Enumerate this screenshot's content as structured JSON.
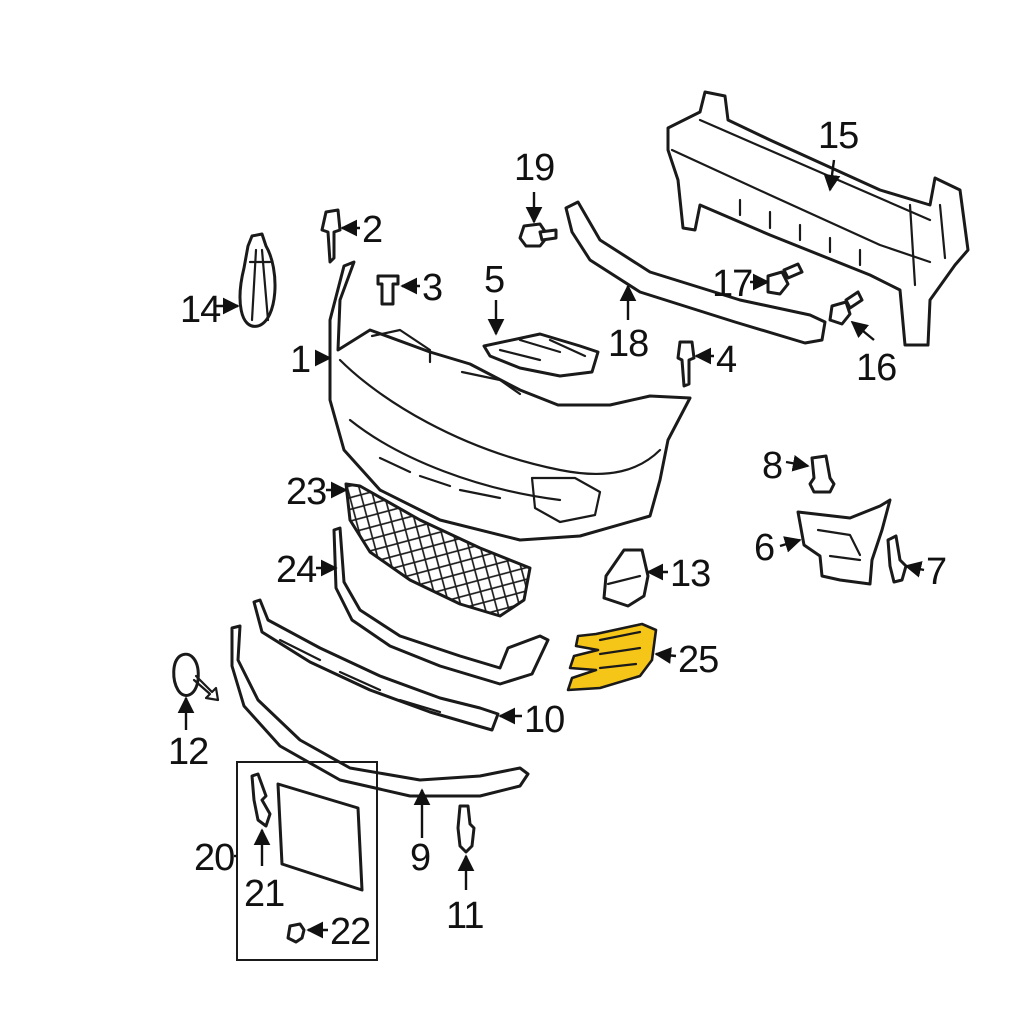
{
  "callouts": [
    {
      "id": "1",
      "label": "1"
    },
    {
      "id": "2",
      "label": "2"
    },
    {
      "id": "3",
      "label": "3"
    },
    {
      "id": "4",
      "label": "4"
    },
    {
      "id": "5",
      "label": "5"
    },
    {
      "id": "6",
      "label": "6"
    },
    {
      "id": "7",
      "label": "7"
    },
    {
      "id": "8",
      "label": "8"
    },
    {
      "id": "9",
      "label": "9"
    },
    {
      "id": "10",
      "label": "10"
    },
    {
      "id": "11",
      "label": "11"
    },
    {
      "id": "12",
      "label": "12"
    },
    {
      "id": "13",
      "label": "13"
    },
    {
      "id": "14",
      "label": "14"
    },
    {
      "id": "15",
      "label": "15"
    },
    {
      "id": "16",
      "label": "16"
    },
    {
      "id": "17",
      "label": "17"
    },
    {
      "id": "18",
      "label": "18"
    },
    {
      "id": "19",
      "label": "19"
    },
    {
      "id": "20",
      "label": "20"
    },
    {
      "id": "21",
      "label": "21"
    },
    {
      "id": "22",
      "label": "22"
    },
    {
      "id": "23",
      "label": "23"
    },
    {
      "id": "24",
      "label": "24"
    },
    {
      "id": "25",
      "label": "25"
    }
  ],
  "colors": {
    "highlight": "#f5c518",
    "line": "#1a1a1a",
    "background": "#ffffff"
  }
}
